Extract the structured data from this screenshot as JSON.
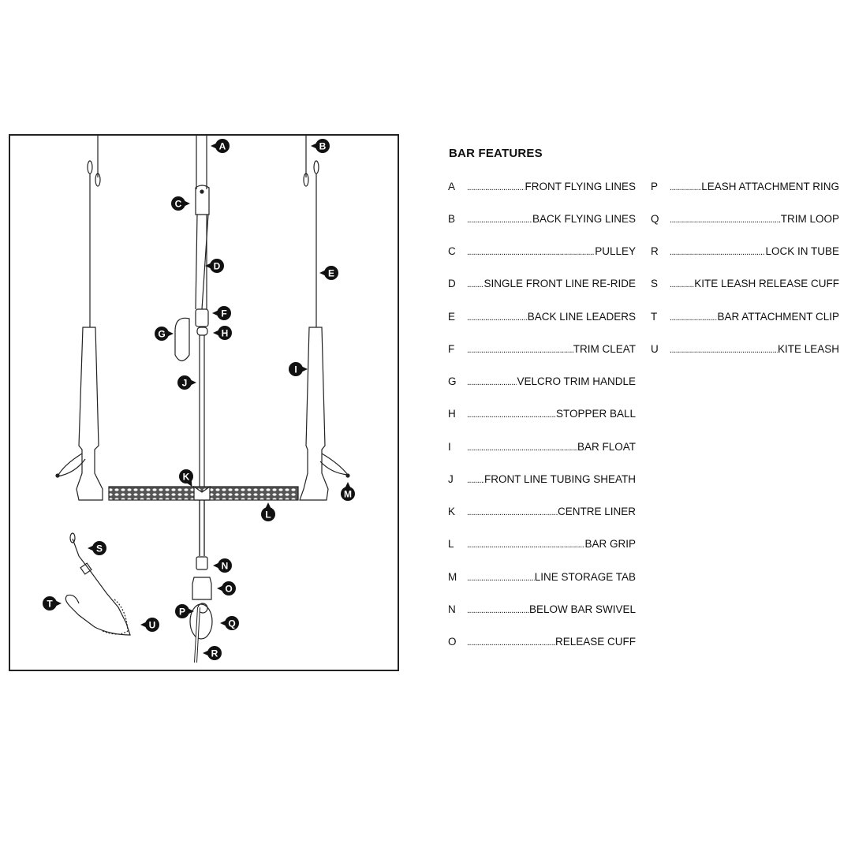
{
  "section_title": "BAR FEATURES",
  "features_left": [
    {
      "letter": "A",
      "label": "FRONT FLYING LINES"
    },
    {
      "letter": "B",
      "label": "BACK FLYING LINES"
    },
    {
      "letter": "C",
      "label": "PULLEY"
    },
    {
      "letter": "D",
      "label": "SINGLE FRONT LINE RE-RIDE"
    },
    {
      "letter": "E",
      "label": "BACK LINE LEADERS"
    },
    {
      "letter": "F",
      "label": "TRIM CLEAT"
    },
    {
      "letter": "G",
      "label": "VELCRO TRIM HANDLE"
    },
    {
      "letter": "H",
      "label": "STOPPER BALL"
    },
    {
      "letter": "I",
      "label": "BAR FLOAT"
    },
    {
      "letter": "J",
      "label": "FRONT LINE TUBING SHEATH"
    },
    {
      "letter": "K",
      "label": "CENTRE LINER"
    },
    {
      "letter": "L",
      "label": "BAR GRIP"
    },
    {
      "letter": "M",
      "label": "LINE STORAGE TAB"
    },
    {
      "letter": "N",
      "label": "BELOW BAR SWIVEL"
    },
    {
      "letter": "O",
      "label": "RELEASE CUFF"
    }
  ],
  "features_right": [
    {
      "letter": "P",
      "label": "LEASH ATTACHMENT RING"
    },
    {
      "letter": "Q",
      "label": "TRIM LOOP"
    },
    {
      "letter": "R",
      "label": "LOCK IN TUBE"
    },
    {
      "letter": "S",
      "label": "KITE LEASH RELEASE CUFF"
    },
    {
      "letter": "T",
      "label": "BAR ATTACHMENT CLIP"
    },
    {
      "letter": "U",
      "label": "KITE LEASH"
    }
  ],
  "dots": "..................................................................................",
  "marker_color": "#111111"
}
